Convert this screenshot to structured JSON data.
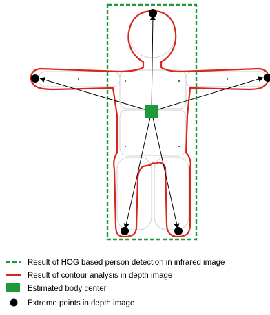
{
  "colors": {
    "detection_box": "#1f9a3a",
    "contour": "#d9261c",
    "body_center": "#1f9a3a",
    "extreme_point": "#000000",
    "silhouette_outline": "#c8c8c8",
    "arrow": "#000000"
  },
  "legend": {
    "items": [
      {
        "key": "hog-detection",
        "label": "Result of HOG based person detection in infrared image"
      },
      {
        "key": "contour",
        "label": "Result of contour analysis in depth image"
      },
      {
        "key": "body-center",
        "label": "Estimated body center"
      },
      {
        "key": "extreme-points",
        "label": "Extreme points in depth image"
      }
    ]
  }
}
